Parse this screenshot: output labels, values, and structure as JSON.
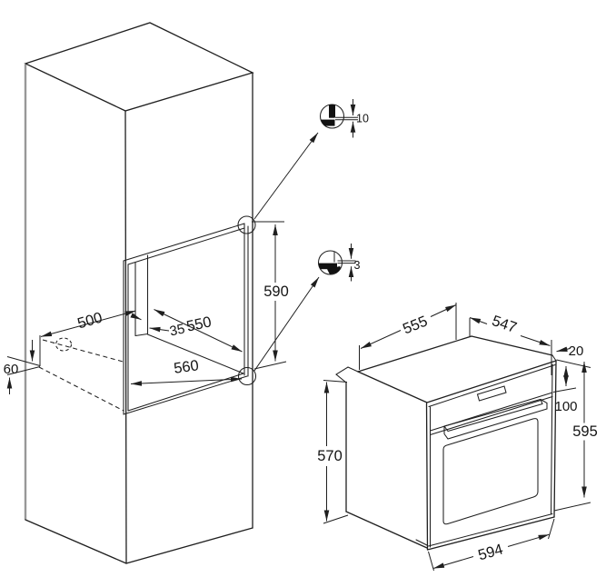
{
  "colors": {
    "line": "#1f1f1f",
    "muted_edge": "#989898",
    "background": "#ffffff"
  },
  "cabinet": {
    "dims": {
      "shelf_depth": "500",
      "wall_thickness": "35",
      "niche_depth": "550",
      "niche_width": "560",
      "niche_height": "590",
      "rear_gap": "60"
    },
    "details": {
      "top_gap": "10",
      "bottom_gap": "3"
    }
  },
  "oven": {
    "dims": {
      "body_width": "555",
      "body_depth": "547",
      "front_overhang": "20",
      "control_panel_height": "100",
      "total_height": "595",
      "body_height": "570",
      "front_width": "594"
    }
  }
}
